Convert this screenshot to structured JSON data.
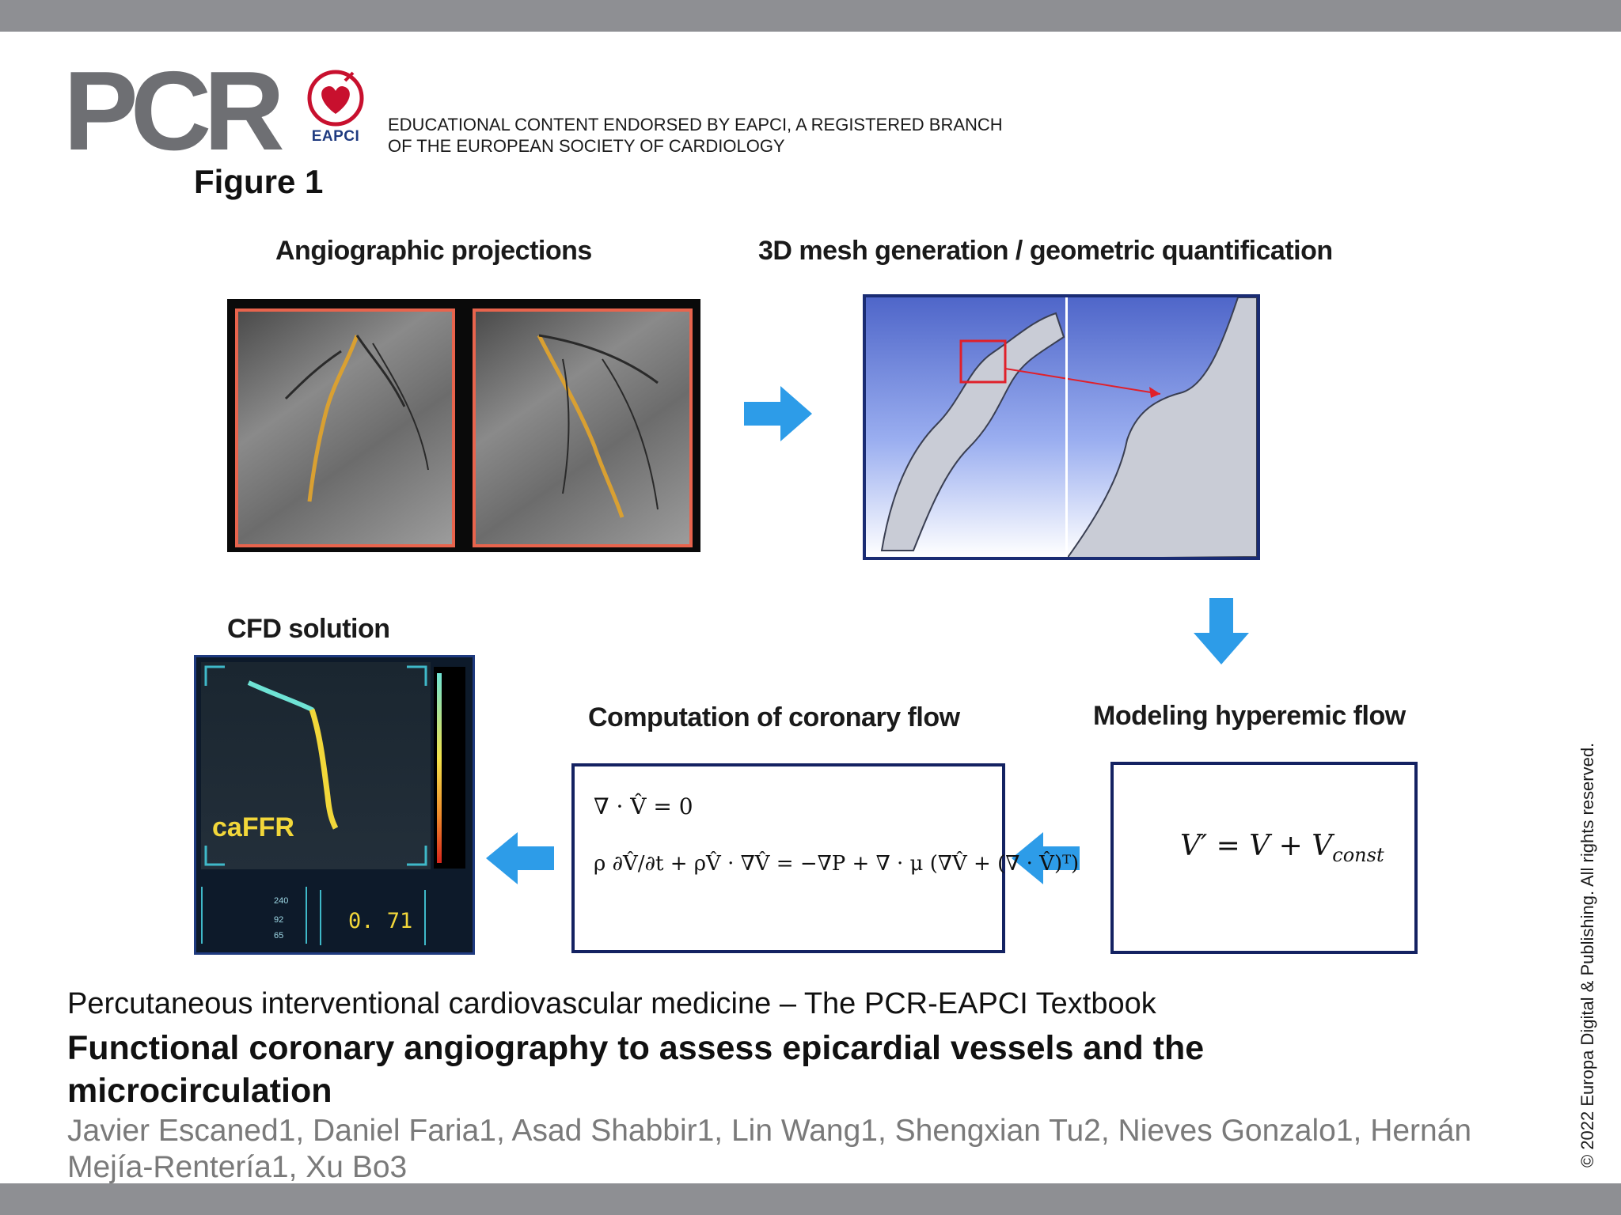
{
  "header": {
    "logo_text": "PCR",
    "badge_text": "EAPCI",
    "endorsement_line1": "EDUCATIONAL CONTENT ENDORSED BY EAPCI, A REGISTERED BRANCH",
    "endorsement_line2": "OF THE EUROPEAN SOCIETY OF CARDIOLOGY"
  },
  "figure": {
    "label": "Figure 1",
    "panels": {
      "angiographic": "Angiographic projections",
      "mesh": "3D mesh generation / geometric quantification",
      "cfd": "CFD solution",
      "computation": "Computation of coronary flow",
      "modeling": "Modeling hyperemic flow"
    },
    "cfd_label": "caFFR",
    "cfd_result": "0. 71",
    "cfd_stat_values": [
      "240",
      "92",
      "65"
    ],
    "equations": {
      "continuity": "∇ · V̂ = 0",
      "momentum": "ρ ∂V̂/∂t + ρV̂ · ∇V̂ = −∇P + ∇ · μ (∇V̂ + (∇ · V̂)ᵀ)",
      "hyperemic": "V′ = V + V"
    },
    "hyperemic_subscript": "const",
    "colors": {
      "arrow": "#2d9ce8",
      "frame_border": "#1a2c73",
      "cfd_label": "#f2d73a"
    }
  },
  "caption": {
    "book": "Percutaneous interventional cardiovascular medicine – The PCR-EAPCI Textbook",
    "title": "Functional coronary angiography to assess epicardial vessels and the microcirculation",
    "authors": "Javier Escaned1, Daniel Faria1, Asad Shabbir1, Lin Wang1, Shengxian Tu2, Nieves Gonzalo1, Hernán Mejía-Rentería1, Xu Bo3"
  },
  "copyright": "© 2022 Europa Digital & Publishing. All rights reserved."
}
